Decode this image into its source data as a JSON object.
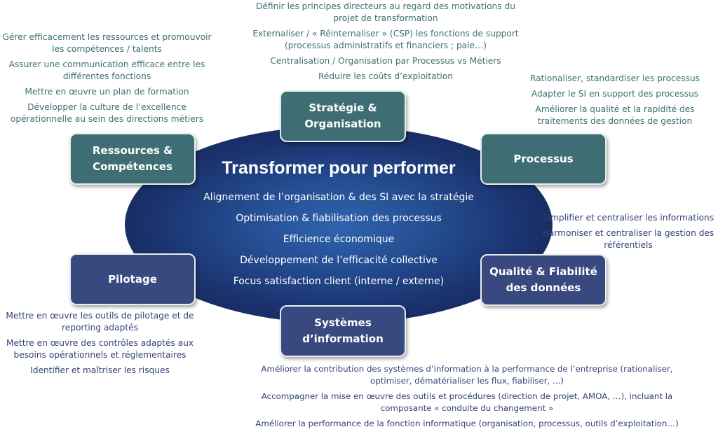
{
  "center": {
    "title": "Transformer pour performer",
    "items": [
      "Alignement de l’organisation & des SI avec la stratégie",
      "Optimisation & fiabilisation des processus",
      "Efficience économique",
      "Développement de l’efficacité collective",
      "Focus satisfaction client (interne / externe)"
    ]
  },
  "boxes": {
    "strategie": "Stratégie & Organisation",
    "ressources": "Ressources & Compétences",
    "processus": "Processus",
    "pilotage": "Pilotage",
    "qualite": "Qualité & Fiabilité des données",
    "systemes": "Systèmes d’information"
  },
  "colors": {
    "teal": "#3e6e73",
    "blue": "#37497f"
  },
  "strategie_items": [
    "Définir les principes directeurs au regard des motivations du projet de transformation",
    "Externaliser / « Réinternaliser » (CSP) les fonctions de support (processus administratifs et financiers ; paie…)",
    "Centralisation / Organisation par Processus vs Métiers",
    "Réduire les coûts d’exploitation"
  ],
  "ressources_items": [
    "Gérer efficacement les ressources et promouvoir les compétences / talents",
    "Assurer une communication efficace entre les différentes fonctions",
    "Mettre en œuvre un plan de formation",
    "Développer la culture de l’excellence opérationnelle au sein des directions métiers"
  ],
  "processus_items": [
    "Rationaliser, standardiser les processus",
    "Adapter le SI en support des processus",
    "Améliorer la qualité et la rapidité des traitements des données de gestion"
  ],
  "qualite_items": [
    "Simplifier et centraliser les informations",
    "Harmoniser et centraliser la gestion des référentiels"
  ],
  "pilotage_items": [
    "Mettre en œuvre les outils de pilotage et de reporting adaptés",
    "Mettre en œuvre des contrôles adaptés aux besoins opérationnels et réglementaires",
    "Identifier et maîtriser les risques"
  ],
  "systemes_items": [
    "Améliorer la contribution des systèmes d’information à la performance de l’entreprise (rationaliser, optimiser, dématérialiser les flux, fiabiliser, ...)",
    "Accompagner la mise en œuvre des outils et procédures (direction de projet, AMOA, …), incluant la composante « conduite du changement »",
    "Améliorer la performance de la fonction informatique (organisation, processus, outils d’exploitation…)"
  ]
}
